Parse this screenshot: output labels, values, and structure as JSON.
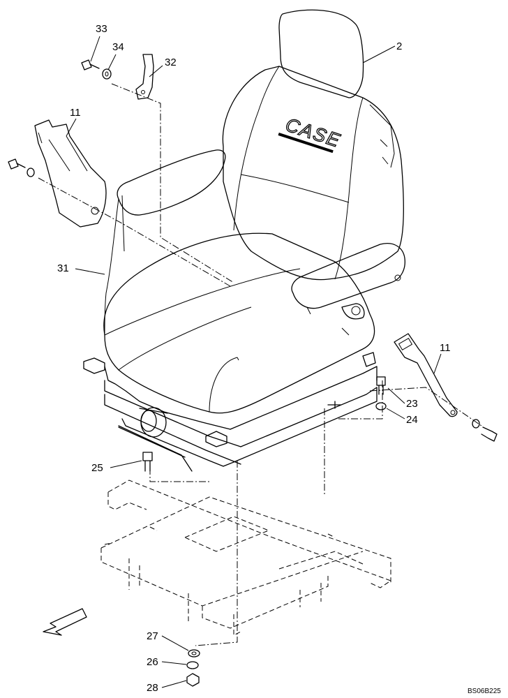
{
  "diagram": {
    "brand_logo": "CASE",
    "reference_code": "BS06B225",
    "callouts": {
      "c2": "2",
      "c33": "33",
      "c34": "34",
      "c32": "32",
      "c11_left": "11",
      "c31": "31",
      "c11_right": "11",
      "c23": "23",
      "c24": "24",
      "c25": "25",
      "c27": "27",
      "c26": "26",
      "c28": "28"
    },
    "front_arrow_icon": "front-direction-arrow"
  }
}
